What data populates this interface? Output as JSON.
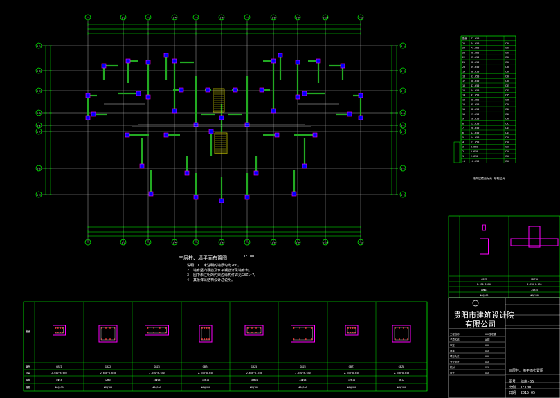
{
  "drawing": {
    "plan_title": "三层柱、墙平面布置图",
    "plan_scale": "1:100",
    "company_line1": "贵阳市建筑设计院",
    "company_line2": "有限公司",
    "sheet_title": "三层柱、墙平面布置图",
    "legend_title": "结构层楼面标高 结构层高",
    "notes": [
      "说明：1. 未注明的墙厚均为200。",
      "2. 墙身竖向钢筋及水平钢筋详见墙身表。",
      "3. 图中未注明的约束边缘构件详见GBZ1~7。",
      "4. 其余详见结构设计总说明。"
    ]
  },
  "colors": {
    "background": "#000000",
    "grid_axis": "#00ff00",
    "dimension": "#00ff00",
    "wall_fill": "#2a7a2a",
    "column_edge": "#ff00ff",
    "column_fill": "#0000ff",
    "highlight": "#ffff00",
    "text": "#ffffff",
    "tables": "#00ff00"
  },
  "axes": {
    "vertical": [
      "1-1",
      "1-2",
      "1-3",
      "1-4",
      "1-5",
      "1-6",
      "1-7",
      "1-8",
      "1-9",
      "1-10",
      "1-11"
    ],
    "horizontal": [
      "1-A",
      "1-B",
      "1-C",
      "1-D",
      "1-E",
      "1-F",
      "1-G",
      "1-H"
    ]
  },
  "story_table": {
    "rows": [
      [
        "屋面",
        "77.650",
        ""
      ],
      [
        "25",
        "74.650",
        "C30"
      ],
      [
        "24",
        "71.650",
        "C30"
      ],
      [
        "23",
        "68.650",
        "C30"
      ],
      [
        "22",
        "65.650",
        "C30"
      ],
      [
        "21",
        "62.650",
        "C30"
      ],
      [
        "20",
        "59.650",
        "C30"
      ],
      [
        "19",
        "56.650",
        "C30"
      ],
      [
        "18",
        "53.650",
        "C30"
      ],
      [
        "17",
        "50.650",
        "C30"
      ],
      [
        "16",
        "47.650",
        "C35"
      ],
      [
        "15",
        "44.650",
        "C35"
      ],
      [
        "14",
        "41.650",
        "C35"
      ],
      [
        "13",
        "38.650",
        "C35"
      ],
      [
        "12",
        "35.650",
        "C40"
      ],
      [
        "11",
        "32.650",
        "C40"
      ],
      [
        "10",
        "29.650",
        "C40"
      ],
      [
        "9",
        "26.650",
        "C40"
      ],
      [
        "8",
        "23.650",
        "C45"
      ],
      [
        "7",
        "20.650",
        "C45"
      ],
      [
        "6",
        "17.650",
        "C45"
      ],
      [
        "5",
        "14.650",
        "C50"
      ],
      [
        "4",
        "11.650",
        "C50"
      ],
      [
        "3",
        "8.650",
        "C50"
      ],
      [
        "2",
        "5.650",
        "C50"
      ],
      [
        "1",
        "2.650",
        "C50"
      ],
      [
        "-1",
        "-0.050",
        "C50"
      ]
    ]
  },
  "bottom_table": {
    "row_headers": [
      "截面",
      "编号",
      "标高",
      "纵筋",
      "箍筋"
    ],
    "columns": [
      {
        "id": "GBZ1",
        "elev": "2.650~8.650",
        "bar": "8Φ14",
        "hoop": "Φ8@100"
      },
      {
        "id": "GBZ2",
        "elev": "2.650~8.650",
        "bar": "12Φ14",
        "hoop": "Φ8@100"
      },
      {
        "id": "GBZ3",
        "elev": "2.650~8.650",
        "bar": "14Φ14",
        "hoop": "Φ8@100"
      },
      {
        "id": "GBZ4",
        "elev": "2.650~8.650",
        "bar": "16Φ14",
        "hoop": "Φ8@100"
      },
      {
        "id": "GBZ5",
        "elev": "2.650~8.650",
        "bar": "18Φ14",
        "hoop": "Φ8@100"
      },
      {
        "id": "GBZ6",
        "elev": "2.650~8.650",
        "bar": "22Φ14",
        "hoop": "Φ8@100"
      },
      {
        "id": "GBZ7",
        "elev": "2.650~8.650",
        "bar": "12Φ14",
        "hoop": "Φ8@100"
      },
      {
        "id": "GBZ8",
        "elev": "2.650~8.650",
        "bar": "8Φ12",
        "hoop": "Φ8@100"
      }
    ]
  },
  "right_table": {
    "columns": [
      {
        "id": "GBZ9",
        "elev": "2.650~8.650",
        "bar": "10Φ14",
        "hoop": "Φ8@100"
      },
      {
        "id": "GBZ10",
        "elev": "2.650~8.650",
        "bar": "24Φ14",
        "hoop": "Φ8@100"
      }
    ]
  },
  "title_block": {
    "fields": [
      [
        "工程名称",
        "XXX住宅楼"
      ],
      [
        "子项名称",
        "1#楼"
      ],
      [
        "审定",
        "XXX"
      ],
      [
        "审核",
        "XXX"
      ],
      [
        "项目负责",
        "XXX"
      ],
      [
        "专业负责",
        "XXX"
      ],
      [
        "校对",
        "XXX"
      ],
      [
        "设计",
        "XXX"
      ]
    ],
    "sheet_no_label": "图号",
    "sheet_no": "结施-06",
    "scale_label": "比例",
    "scale": "1:100",
    "date_label": "日期",
    "date": "2015.05"
  }
}
